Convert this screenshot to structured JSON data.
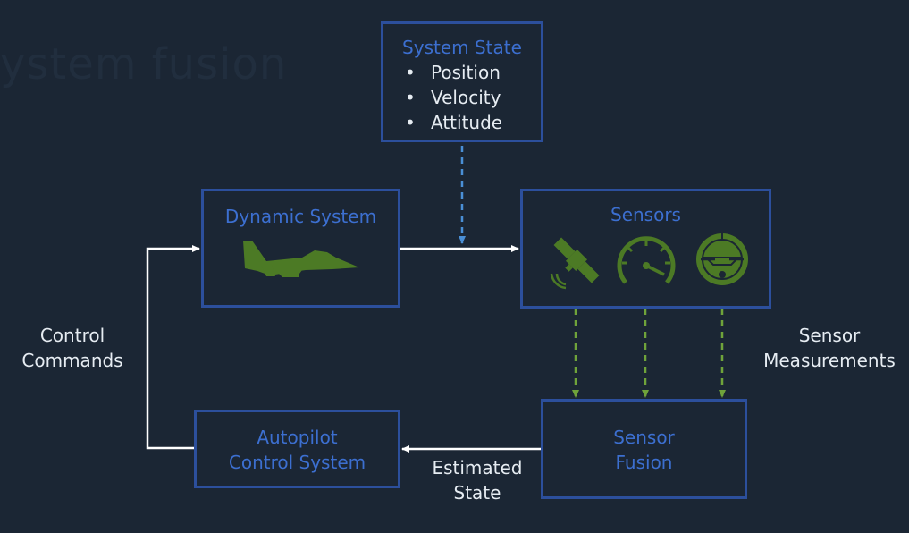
{
  "background_title": "ystem fusion",
  "colors": {
    "background": "#1b2634",
    "box_border": "#2c4f9c",
    "box_title": "#3c6fd0",
    "text": "#e6ecf2",
    "icon_green": "#4c7a25",
    "state_arrow": "#4a8fd6",
    "measurement_arrow": "#6fa33a"
  },
  "system_state": {
    "title": "System State",
    "items": [
      "Position",
      "Velocity",
      "Attitude"
    ]
  },
  "dynamic_system": {
    "title": "Dynamic System",
    "icon": "fighter-jet-icon"
  },
  "sensors": {
    "title": "Sensors",
    "icons": [
      "satellite-icon",
      "speedometer-icon",
      "attitude-indicator-icon"
    ]
  },
  "autopilot": {
    "title": "Autopilot\nControl System"
  },
  "sensor_fusion": {
    "title": "Sensor\nFusion"
  },
  "labels": {
    "control_commands": "Control\nCommands",
    "sensor_measurements": "Sensor\nMeasurements",
    "estimated_state": "Estimated\nState"
  }
}
